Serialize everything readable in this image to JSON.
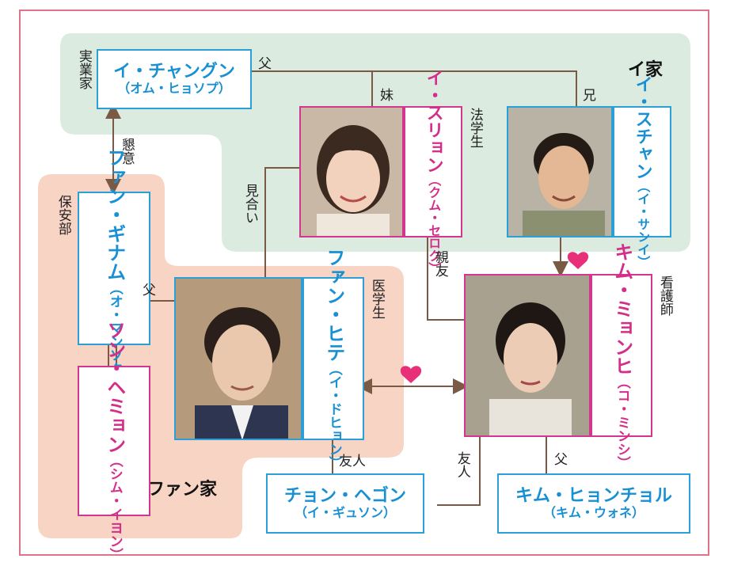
{
  "families": {
    "lee": "イ家",
    "hwang": "ファン家"
  },
  "people": {
    "lee_changgun": {
      "name": "イ・チャングン",
      "actor": "（オム・ヒョソプ）",
      "role": "実業家"
    },
    "lee_sullyon": {
      "name": "イ・スリョン",
      "actor": "（クム・セロク）",
      "role": "法学生"
    },
    "lee_suchan": {
      "name": "イ・スチャン",
      "actor": "（イ・サンイ）"
    },
    "hwang_ginam": {
      "name": "ファン・ギナム",
      "actor": "（オ・マンソク）",
      "role": "保安部"
    },
    "son_haemyon": {
      "name": "ソン・ヘミョン",
      "actor": "（シム・イヨン）"
    },
    "hwang_hite": {
      "name": "ファン・ヒテ",
      "actor": "（イ・ドヒョン）",
      "role": "医学生"
    },
    "kim_myonhi": {
      "name": "キム・ミョンヒ",
      "actor": "（コ・ミンシ）",
      "role": "看護師"
    },
    "jon_hegon": {
      "name": "チョン・ヘゴン",
      "actor": "（イ・ギュソン）"
    },
    "kim_hyonchol": {
      "name": "キム・ヒョンチョル",
      "actor": "（キム・ウォネ）"
    }
  },
  "relations": {
    "father1": "父",
    "sister": "妹",
    "brother": "兄",
    "close": "懇意",
    "matchmaking": "見合い",
    "best_friend": "親友",
    "father2": "父",
    "friend1": "友人",
    "friend2": "友人",
    "father3": "父"
  },
  "colors": {
    "border": "#e0738c",
    "lee_family_bg": "#dcebe0",
    "hwang_family_bg": "#f7d4c4",
    "blue": "#1890d4",
    "pink": "#d42e8a",
    "line": "#7a5a44",
    "heart": "#e8307a"
  },
  "icons": [
    "heart-icon",
    "heart-icon"
  ]
}
